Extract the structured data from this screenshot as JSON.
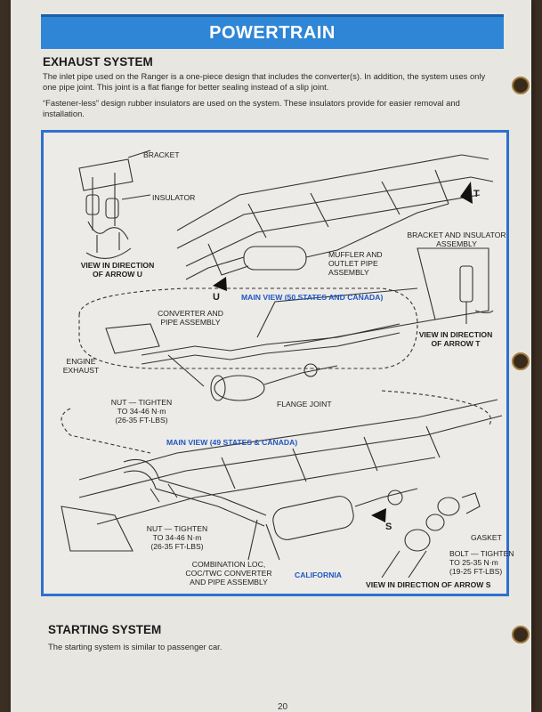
{
  "banner": {
    "title": "POWERTRAIN"
  },
  "exhaust": {
    "heading": "EXHAUST SYSTEM",
    "para1_line1": "The inlet pipe used on the Ranger is a one-piece design that includes the converter(s). In addition, the system uses only",
    "para1_line2": "one pipe joint. This joint is a flat flange for better sealing instead of a slip joint.",
    "para2_line1": "“Fastener-less” design rubber insulators are used on the system. These insulators provide for easier removal and",
    "para2_line2": "installation."
  },
  "figure": {
    "bracket": "BRACKET",
    "insulator": "INSULATOR",
    "view_u_1": "VIEW IN DIRECTION",
    "view_u_2": "OF ARROW U",
    "arrow_t": "T",
    "arrow_u": "U",
    "arrow_s": "S",
    "muffler_1": "MUFFLER AND",
    "muffler_2": "OUTLET PIPE",
    "muffler_3": "ASSEMBLY",
    "bracket_ins_1": "BRACKET AND INSULATOR",
    "bracket_ins_2": "ASSEMBLY",
    "main_view_50": "MAIN VIEW (50 STATES AND CANADA)",
    "converter_1": "CONVERTER AND",
    "converter_2": "PIPE ASSEMBLY",
    "view_t_1": "VIEW IN DIRECTION",
    "view_t_2": "OF ARROW T",
    "engine_1": "ENGINE",
    "engine_2": "EXHAUST",
    "nut1_1": "NUT — TIGHTEN",
    "nut1_2": "TO 34-46 N·m",
    "nut1_3": "(26-35 FT-LBS)",
    "flange": "FLANGE JOINT",
    "main_view_49": "MAIN VIEW (49 STATES & CANADA)",
    "nut2_1": "NUT — TIGHTEN",
    "nut2_2": "TO 34-46 N·m",
    "nut2_3": "(26-35 FT-LBS)",
    "gasket": "GASKET",
    "bolt_1": "BOLT — TIGHTEN",
    "bolt_2": "TO 25-35 N·m",
    "bolt_3": "(19-25 FT-LBS)",
    "combo_1": "COMBINATION LOC,",
    "combo_2": "COC/TWC CONVERTER",
    "combo_3": "AND PIPE ASSEMBLY",
    "california": "CALIFORNIA",
    "view_s": "VIEW IN DIRECTION OF ARROW S"
  },
  "starting": {
    "heading": "STARTING SYSTEM",
    "para": "The starting system is similar to passenger car."
  },
  "page_number": "20",
  "colors": {
    "banner": "#2f86d6",
    "frame": "#2f6fd0",
    "blue_label": "#1f56c2"
  }
}
